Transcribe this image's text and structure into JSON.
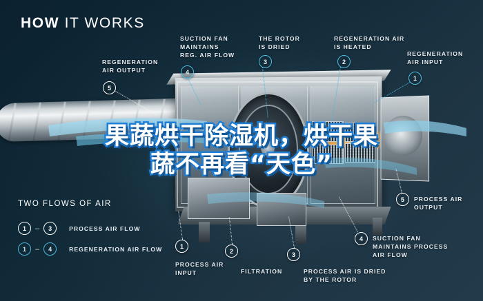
{
  "header": {
    "title_bold": "HOW",
    "title_light": "IT WORKS"
  },
  "callouts": [
    {
      "id": "regeneration-air-output",
      "number": "5",
      "text": "REGENERATION\nAIR OUTPUT",
      "flow": "regeneration"
    },
    {
      "id": "suction-fan-reg",
      "number": "4",
      "text": "SUCTION FAN\nMAINTAINS\nREG. AIR FLOW",
      "flow": "regeneration"
    },
    {
      "id": "rotor-is-dried",
      "number": "3",
      "text": "THE ROTOR\nIS DRIED",
      "flow": "regeneration"
    },
    {
      "id": "regeneration-air-heated",
      "number": "2",
      "text": "REGENERATION AIR\nIS HEATED",
      "flow": "regeneration"
    },
    {
      "id": "regeneration-air-input",
      "number": "1",
      "text": "REGENERATION\nAIR INPUT",
      "flow": "regeneration"
    },
    {
      "id": "process-air-output",
      "number": "5",
      "text": "PROCESS AIR\nOUTPUT",
      "flow": "process"
    },
    {
      "id": "suction-fan-process",
      "number": "4",
      "text": "SUCTION FAN\nMAINTAINS PROCESS\nAIR FLOW",
      "flow": "process"
    },
    {
      "id": "process-air-input",
      "number": "1",
      "text": "PROCESS AIR\nINPUT",
      "flow": "process"
    },
    {
      "id": "filtration",
      "number": "2",
      "text": "FILTRATION",
      "flow": "process"
    },
    {
      "id": "process-air-dried",
      "number": "3",
      "text": "PROCESS AIR IS DRIED\nBY THE ROTOR",
      "flow": "process"
    }
  ],
  "legend": {
    "title": "TWO FLOWS OF AIR",
    "rows": [
      {
        "from": "1",
        "to": "3",
        "dash": "–",
        "label": "PROCESS AIR FLOW",
        "flow": "process"
      },
      {
        "from": "1",
        "to": "4",
        "dash": "–",
        "label": "REGENERATION AIR FLOW",
        "flow": "regeneration"
      }
    ]
  },
  "overlay": {
    "line1": "果蔬烘干除湿机，烘干果",
    "line2": "蔬不再看“天色”"
  },
  "colors": {
    "background_dark": "#0d2430",
    "background_mid": "#1d3443",
    "accent_cyan": "#4fc3e8",
    "text_white": "#e8eef2",
    "overlay_stroke": "#1f7fd6",
    "heat_orange": "#ffa840"
  }
}
